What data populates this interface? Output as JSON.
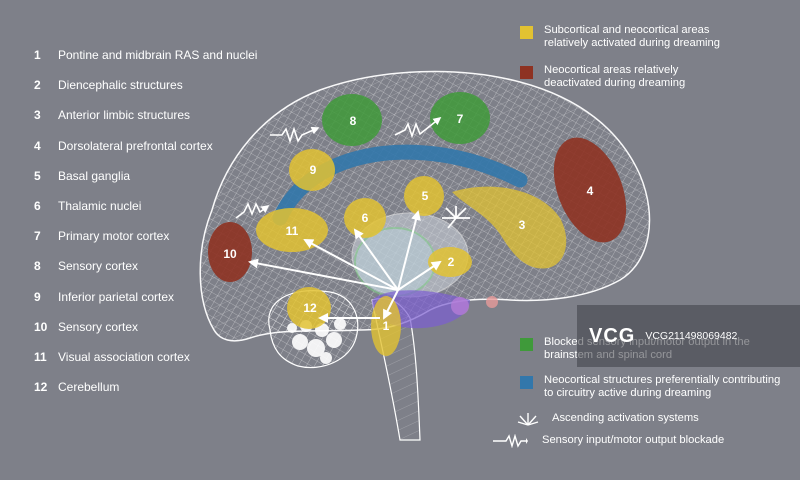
{
  "regions": [
    {
      "num": "1",
      "label": "Pontine and midbrain RAS and nuclei"
    },
    {
      "num": "2",
      "label": "Diencephalic structures"
    },
    {
      "num": "3",
      "label": "Anterior limbic structures"
    },
    {
      "num": "4",
      "label": "Dorsolateral prefrontal cortex"
    },
    {
      "num": "5",
      "label": "Basal ganglia"
    },
    {
      "num": "6",
      "label": "Thalamic nuclei"
    },
    {
      "num": "7",
      "label": "Primary motor cortex"
    },
    {
      "num": "8",
      "label": "Sensory cortex"
    },
    {
      "num": "9",
      "label": "Inferior parietal cortex"
    },
    {
      "num": "10",
      "label": "Sensory cortex"
    },
    {
      "num": "11",
      "label": "Visual association cortex"
    },
    {
      "num": "12",
      "label": "Cerebellum"
    }
  ],
  "legend": {
    "activated": "Subcortical and neocortical areas relatively activated during dreaming",
    "deactivated": "Neocortical areas relatively deactivated during dreaming",
    "blocked": "Blocked sensory input/motor output in the brainstem and spinal cord",
    "preferential": "Neocortical structures preferentially contributing to circuitry active during dreaming",
    "ascending": "Ascending activation systems",
    "blockade": "Sensory input/motor output blockade"
  },
  "watermark": {
    "logo": "VCG",
    "text": "VCG211498069482"
  },
  "colors": {
    "background": "#7e8089",
    "activated": "#e2c232",
    "deactivated": "#8e3222",
    "blocked": "#3f9a3a",
    "preferential": "#3277ab",
    "mesh": "#ffffff"
  }
}
